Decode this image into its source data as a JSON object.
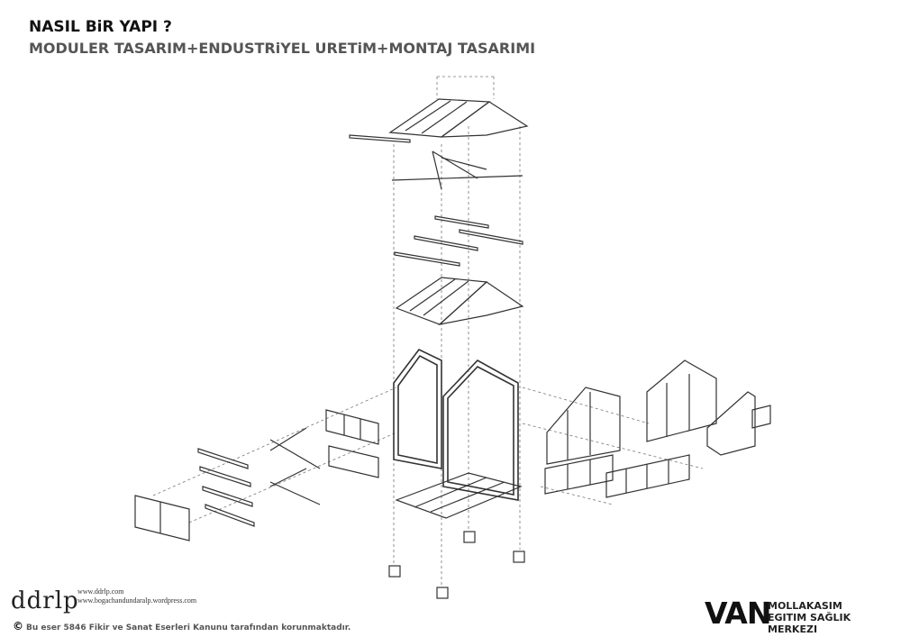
{
  "header": {
    "title": "NASIL BiR YAPI ?",
    "subtitle": "MODULER TASARIM+ENDUSTRiYEL URETiM+MONTAJ TASARIMI"
  },
  "footer": {
    "logo": "ddrlp",
    "url1": "www.ddrlp.com",
    "url2": "www.bogachandundaralp.wordpress.com",
    "copyright_symbol": "©",
    "copyright_text": "Bu eser 5846 Fikir ve Sanat Eserleri Kanunu tarafından korunmaktadır.",
    "brand_main": "VAN",
    "brand_line1": "MOLLAKASIM",
    "brand_line2": "EGITIM SAĞLIK MERKEZI"
  }
}
